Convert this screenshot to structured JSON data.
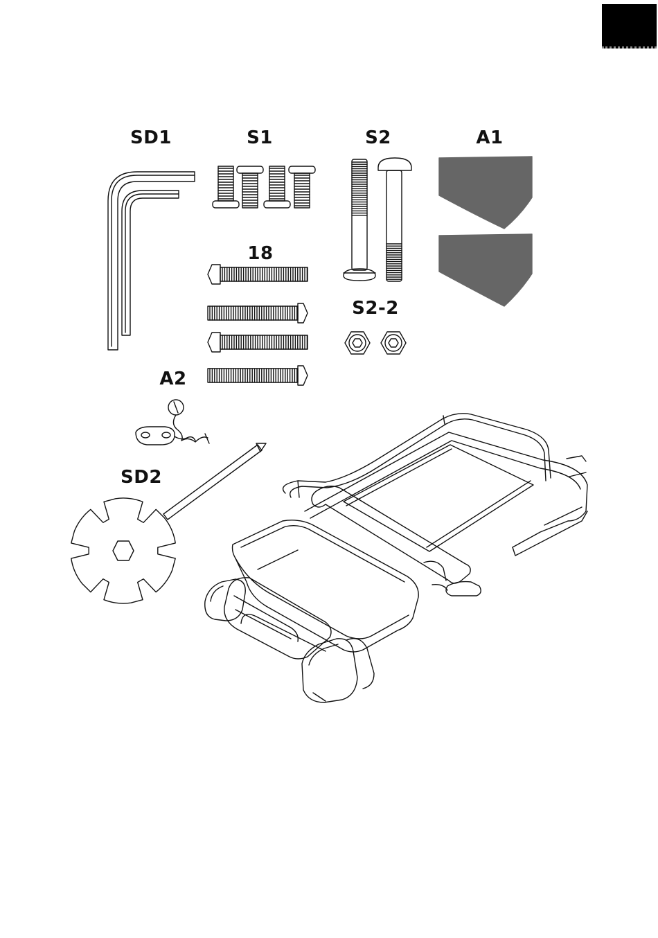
{
  "labels": {
    "sd1": "SD1",
    "s1": "S1",
    "s2": "S2",
    "a1": "A1",
    "p18": "18",
    "s2_2": "S2-2",
    "a2": "A2",
    "sd2": "SD2"
  },
  "colors": {
    "ink": "#111111",
    "pad_fill": "#666666",
    "corner_tab": "#000000"
  }
}
